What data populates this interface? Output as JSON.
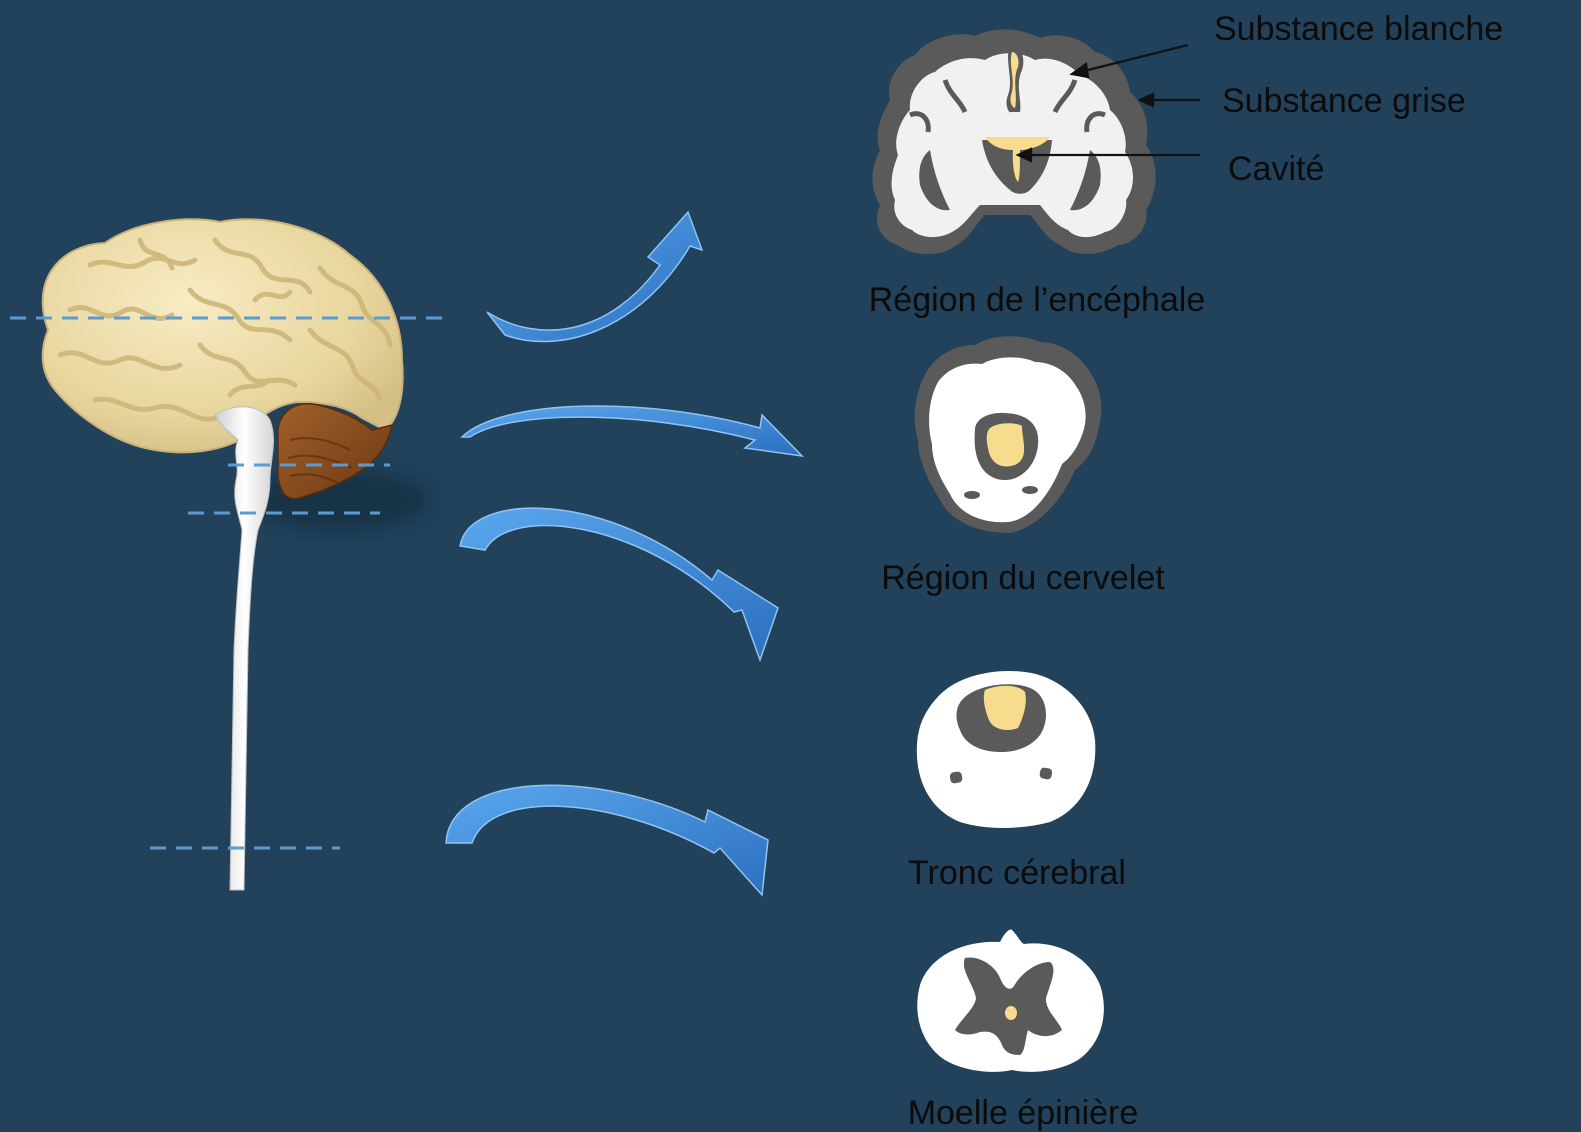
{
  "colors": {
    "background": "#21425a",
    "white_matter": "#f3f3f3",
    "grey_matter": "#5c5c5c",
    "cavity": "#f7dc8e",
    "brain": "#ecdba6",
    "cerebellum": "#8a4a1f",
    "spinal_cord": "#e6e6e6",
    "arrow": "#3f8ed8",
    "dash": "#5b9bd0"
  },
  "legend": {
    "white_matter": "Substance blanche",
    "grey_matter": "Substance grise",
    "cavity": "Cavité"
  },
  "sections": [
    {
      "id": "encephale",
      "caption": "Région de l’encéphale"
    },
    {
      "id": "cervelet",
      "caption": "Région du cervelet"
    },
    {
      "id": "tronc",
      "caption": "Tronc cérebral"
    },
    {
      "id": "moelle",
      "caption": "Moelle épinière"
    }
  ]
}
